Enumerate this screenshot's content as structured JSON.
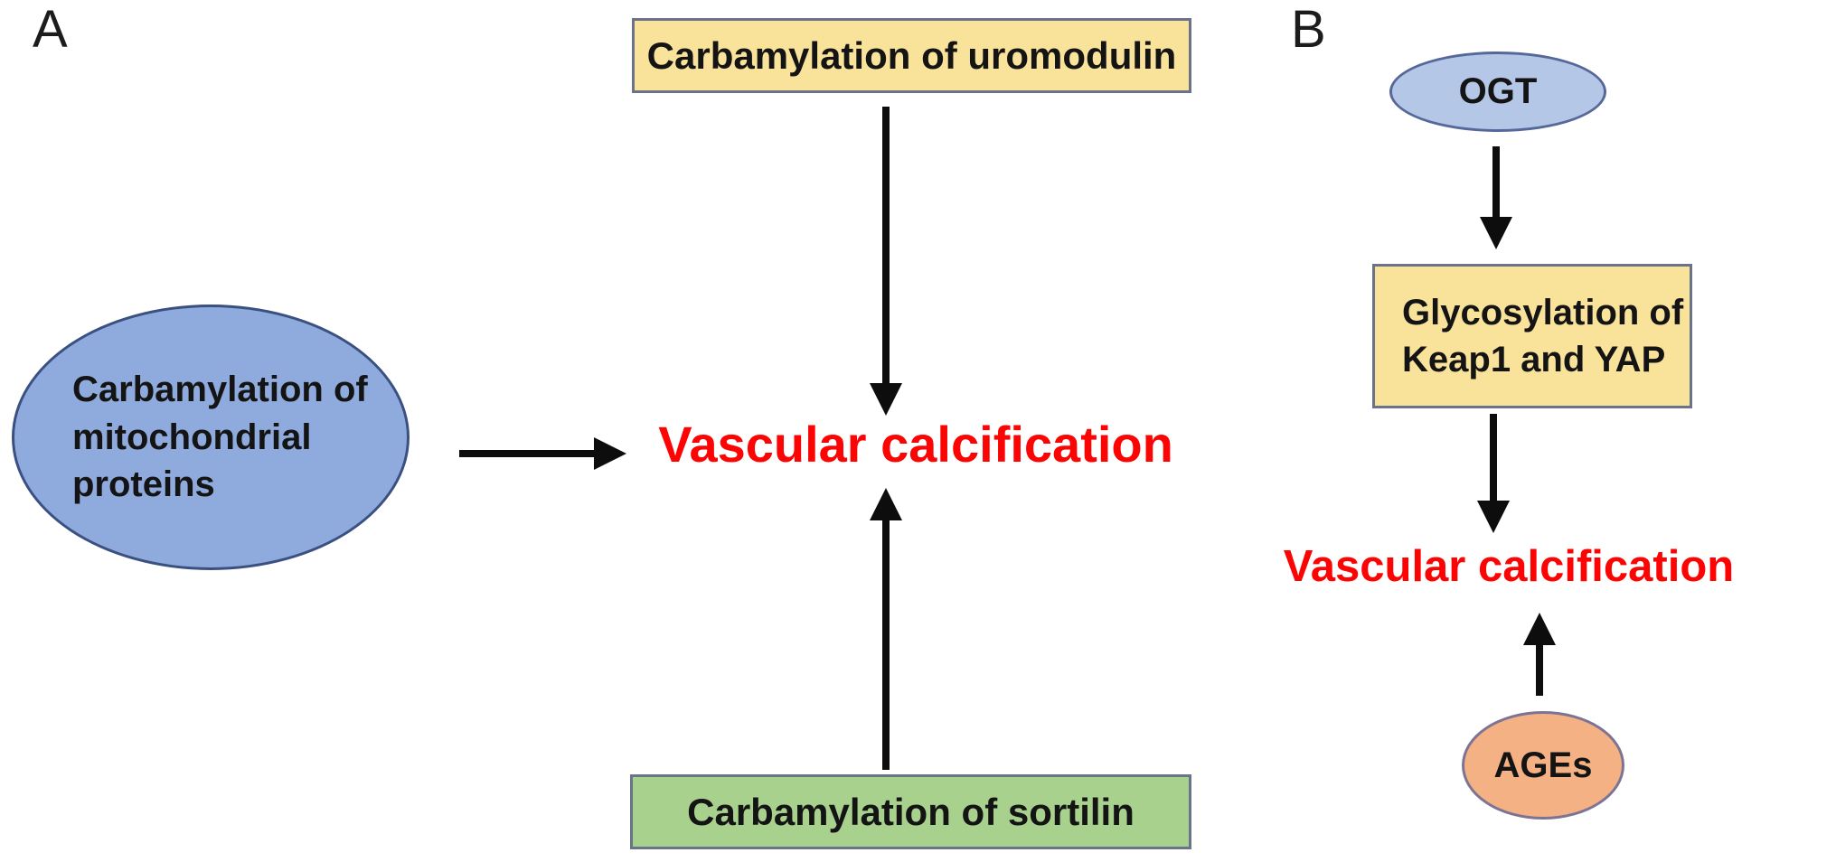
{
  "figure": {
    "description_colors": {
      "box_yellow_fill": "#f9e29a",
      "box_green_fill": "#a9d18e",
      "ellipse_blue_fill": "#8faadc",
      "ellipse_lightblue_fill": "#b4c7e7",
      "ellipse_orange_fill": "#f4b183",
      "outcome_text_red": "#fd0404",
      "arrow_black": "#0d0d0d",
      "rect_border_gray": "#6a7389",
      "ellipse_blue_border": "#3a5080"
    }
  },
  "panels": {
    "a": {
      "label": "A",
      "nodes": {
        "uromodulin": {
          "text": "Carbamylation of uromodulin"
        },
        "mito": {
          "lines": [
            "Carbamylation of",
            "mitochondrial",
            "proteins"
          ]
        },
        "sortilin": {
          "text": "Carbamylation of sortilin"
        },
        "outcome": {
          "text": "Vascular calcification"
        }
      }
    },
    "b": {
      "label": "B",
      "nodes": {
        "ogt": {
          "text": "OGT"
        },
        "glyco": {
          "lines": [
            "Glycosylation of",
            "Keap1 and YAP"
          ]
        },
        "outcome": {
          "text": "Vascular calcification"
        },
        "ages": {
          "text": "AGEs"
        }
      }
    }
  }
}
